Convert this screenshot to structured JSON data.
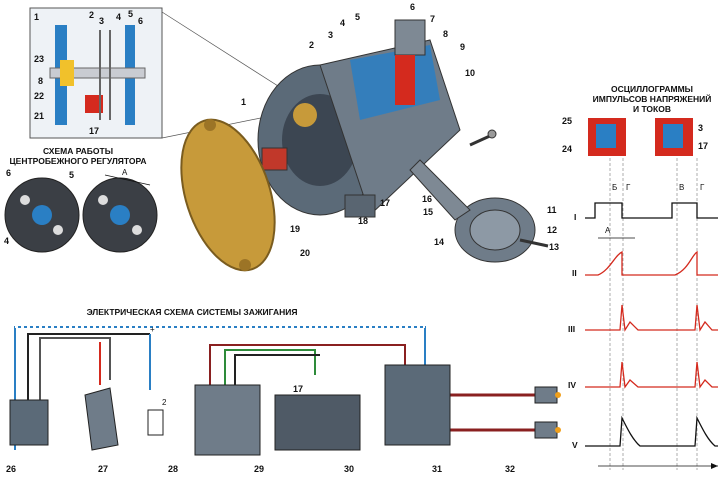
{
  "captions": {
    "centrifugal_line1": "СХЕМА РАБОТЫ",
    "centrifugal_line2": "ЦЕНТРОБЕЖНОГО РЕГУЛЯТОРА",
    "electrical": "ЭЛЕКТРИЧЕСКАЯ СХЕМА СИСТЕМЫ ЗАЖИГАНИЯ",
    "oscillo_line1": "ОСЦИЛЛОГРАММЫ",
    "oscillo_line2": "ИМПУЛЬСОВ НАПРЯЖЕНИЙ",
    "oscillo_line3": "И ТОКОВ"
  },
  "callouts": {
    "inset": [
      "1",
      "2",
      "3",
      "4",
      "5",
      "6",
      "23",
      "8",
      "22",
      "21",
      "17"
    ],
    "distributor": [
      "1",
      "2",
      "3",
      "4",
      "5",
      "6",
      "7",
      "8",
      "9",
      "10",
      "17",
      "18",
      "19",
      "20",
      "16",
      "15",
      "11",
      "12",
      "13",
      "14"
    ],
    "centrifugal": [
      "6",
      "5",
      "4"
    ],
    "electrical": [
      "26",
      "27",
      "28",
      "29",
      "30",
      "31",
      "32",
      "17"
    ],
    "oscillo_parts": [
      "25",
      "24",
      "3",
      "17"
    ]
  },
  "small_labels": {
    "A": "А",
    "B": "Б",
    "G": "Г",
    "V": "В",
    "plus": "+",
    "two": "2"
  },
  "waveforms": [
    "I",
    "II",
    "III",
    "IV",
    "V"
  ],
  "colors": {
    "blue": "#2a7fc4",
    "red": "#d42a1e",
    "cap": "#c79a3a",
    "body": "#5b6a78"
  }
}
